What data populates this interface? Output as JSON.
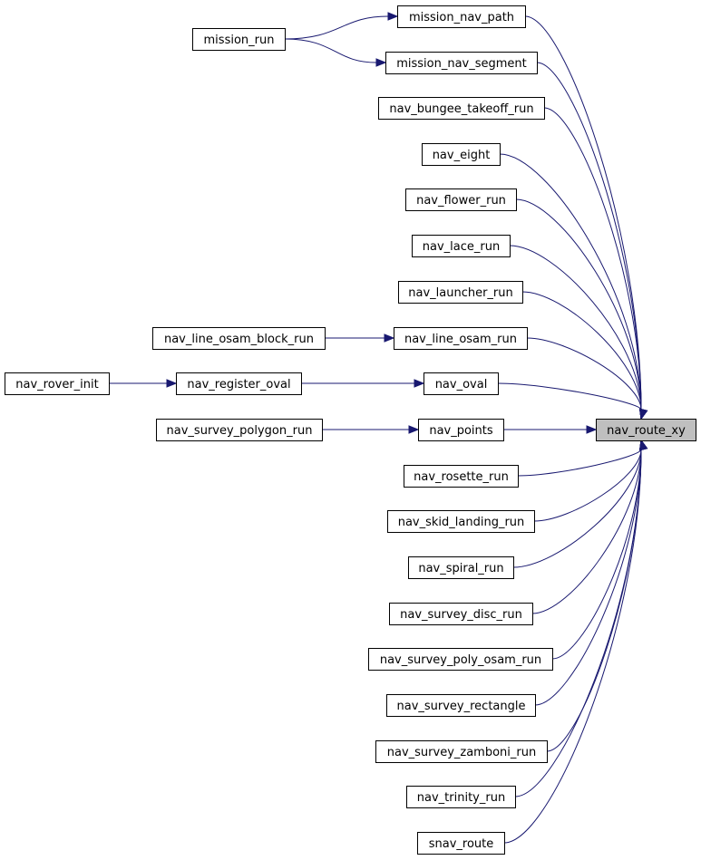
{
  "graph": {
    "focus": "nav_route_xy",
    "nodes": [
      {
        "id": "mission_nav_path",
        "label": "mission_nav_path"
      },
      {
        "id": "mission_run",
        "label": "mission_run"
      },
      {
        "id": "mission_nav_segment",
        "label": "mission_nav_segment"
      },
      {
        "id": "nav_bungee_takeoff_run",
        "label": "nav_bungee_takeoff_run"
      },
      {
        "id": "nav_eight",
        "label": "nav_eight"
      },
      {
        "id": "nav_flower_run",
        "label": "nav_flower_run"
      },
      {
        "id": "nav_lace_run",
        "label": "nav_lace_run"
      },
      {
        "id": "nav_launcher_run",
        "label": "nav_launcher_run"
      },
      {
        "id": "nav_line_osam_block_run",
        "label": "nav_line_osam_block_run"
      },
      {
        "id": "nav_line_osam_run",
        "label": "nav_line_osam_run"
      },
      {
        "id": "nav_rover_init",
        "label": "nav_rover_init"
      },
      {
        "id": "nav_register_oval",
        "label": "nav_register_oval"
      },
      {
        "id": "nav_oval",
        "label": "nav_oval"
      },
      {
        "id": "nav_route_xy",
        "label": "nav_route_xy"
      },
      {
        "id": "nav_survey_polygon_run",
        "label": "nav_survey_polygon_run"
      },
      {
        "id": "nav_points",
        "label": "nav_points"
      },
      {
        "id": "nav_rosette_run",
        "label": "nav_rosette_run"
      },
      {
        "id": "nav_skid_landing_run",
        "label": "nav_skid_landing_run"
      },
      {
        "id": "nav_spiral_run",
        "label": "nav_spiral_run"
      },
      {
        "id": "nav_survey_disc_run",
        "label": "nav_survey_disc_run"
      },
      {
        "id": "nav_survey_poly_osam_run",
        "label": "nav_survey_poly_osam_run"
      },
      {
        "id": "nav_survey_rectangle",
        "label": "nav_survey_rectangle"
      },
      {
        "id": "nav_survey_zamboni_run",
        "label": "nav_survey_zamboni_run"
      },
      {
        "id": "nav_trinity_run",
        "label": "nav_trinity_run"
      },
      {
        "id": "snav_route",
        "label": "snav_route"
      }
    ],
    "edges": [
      {
        "from": "mission_nav_path",
        "to": "nav_route_xy"
      },
      {
        "from": "mission_run",
        "to": "mission_nav_path"
      },
      {
        "from": "mission_run",
        "to": "mission_nav_segment"
      },
      {
        "from": "mission_nav_segment",
        "to": "nav_route_xy"
      },
      {
        "from": "nav_bungee_takeoff_run",
        "to": "nav_route_xy"
      },
      {
        "from": "nav_eight",
        "to": "nav_route_xy"
      },
      {
        "from": "nav_flower_run",
        "to": "nav_route_xy"
      },
      {
        "from": "nav_lace_run",
        "to": "nav_route_xy"
      },
      {
        "from": "nav_launcher_run",
        "to": "nav_route_xy"
      },
      {
        "from": "nav_line_osam_block_run",
        "to": "nav_line_osam_run"
      },
      {
        "from": "nav_line_osam_run",
        "to": "nav_route_xy"
      },
      {
        "from": "nav_rover_init",
        "to": "nav_register_oval"
      },
      {
        "from": "nav_register_oval",
        "to": "nav_oval"
      },
      {
        "from": "nav_oval",
        "to": "nav_route_xy"
      },
      {
        "from": "nav_survey_polygon_run",
        "to": "nav_points"
      },
      {
        "from": "nav_points",
        "to": "nav_route_xy"
      },
      {
        "from": "nav_rosette_run",
        "to": "nav_route_xy"
      },
      {
        "from": "nav_skid_landing_run",
        "to": "nav_route_xy"
      },
      {
        "from": "nav_spiral_run",
        "to": "nav_route_xy"
      },
      {
        "from": "nav_survey_disc_run",
        "to": "nav_route_xy"
      },
      {
        "from": "nav_survey_poly_osam_run",
        "to": "nav_route_xy"
      },
      {
        "from": "nav_survey_rectangle",
        "to": "nav_route_xy"
      },
      {
        "from": "nav_survey_zamboni_run",
        "to": "nav_route_xy"
      },
      {
        "from": "nav_trinity_run",
        "to": "nav_route_xy"
      },
      {
        "from": "snav_route",
        "to": "nav_route_xy"
      }
    ]
  }
}
